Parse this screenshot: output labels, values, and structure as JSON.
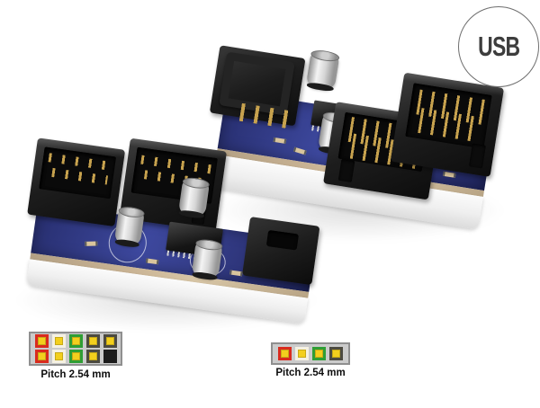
{
  "badge": {
    "label": "USB"
  },
  "diagrams": {
    "left": {
      "label": "Pitch 2.54 mm",
      "rows": [
        [
          "red",
          "white",
          "green",
          "black",
          "black"
        ],
        [
          "red",
          "white",
          "green",
          "black",
          "blocked"
        ]
      ]
    },
    "right": {
      "label": "Pitch 2.54 mm",
      "rows": [
        [
          "red",
          "white",
          "green",
          "black"
        ]
      ]
    }
  },
  "colors": {
    "badge-border": "#6e6e6e",
    "badge-text": "#3d3d3d",
    "pcb-blue": "#333b85",
    "board-edge-tan": "#c9b394",
    "base-white": "#fbfbfb",
    "connector-black": "#1d1d1d",
    "pin-gold": "#c7a24e",
    "cap-silver": "#d6d6d6",
    "diagram-bg": "#cbcbcb",
    "diagram-border": "#8f8f8f",
    "pin-yellow": "#f3cf1d",
    "wire-red": "#d92b1e",
    "wire-white": "#f5f1e2",
    "wire-green": "#2f9e35",
    "wire-black": "#4c4a40",
    "blocked": "#1c1c1c"
  }
}
